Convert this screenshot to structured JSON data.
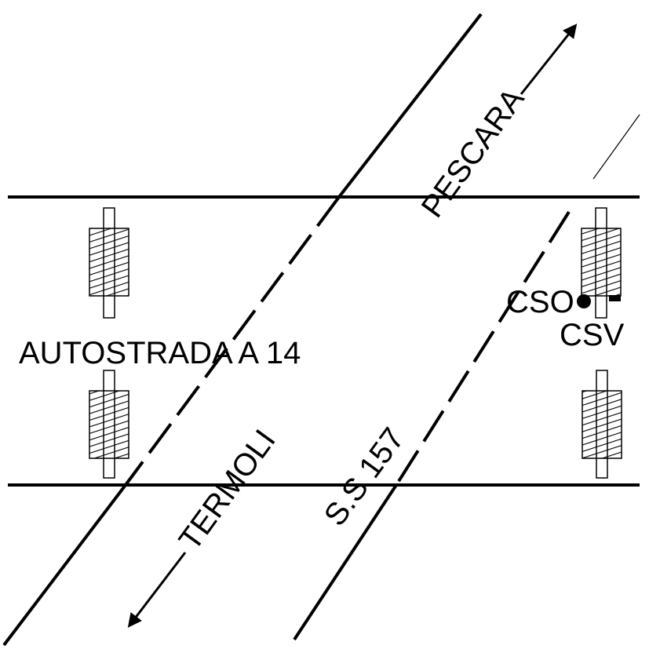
{
  "labels": {
    "highway": "AUTOSTRADA A 14",
    "road": "S.S 157",
    "direction_north": "PESCARA",
    "direction_south": "TERMOLI",
    "sensor_cso": "CSO",
    "sensor_csv": "CSV"
  },
  "colors": {
    "ink": "#000000",
    "pier_fill": "#ffffff",
    "background": "#ffffff"
  }
}
